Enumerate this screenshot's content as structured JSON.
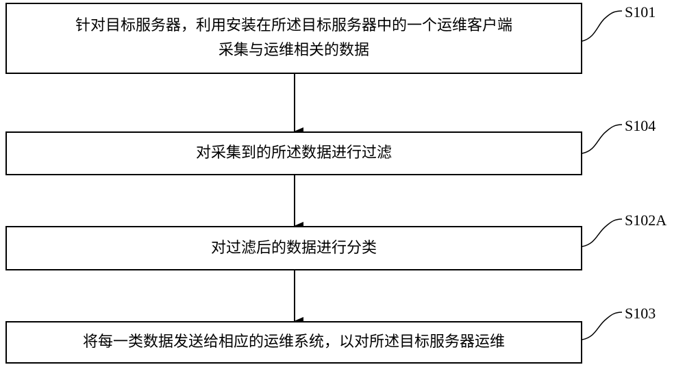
{
  "steps": [
    {
      "id": "S101",
      "lines": [
        "针对目标服务器，利用安装在所述目标服务器中的一个运维客户端",
        "采集与运维相关的数据"
      ]
    },
    {
      "id": "S104",
      "lines": [
        "对采集到的所述数据进行过滤"
      ]
    },
    {
      "id": "S102A",
      "lines": [
        "对过滤后的数据进行分类"
      ]
    },
    {
      "id": "S103",
      "lines": [
        "将每一类数据发送给相应的运维系统，以对所述目标服务器运维"
      ]
    }
  ]
}
